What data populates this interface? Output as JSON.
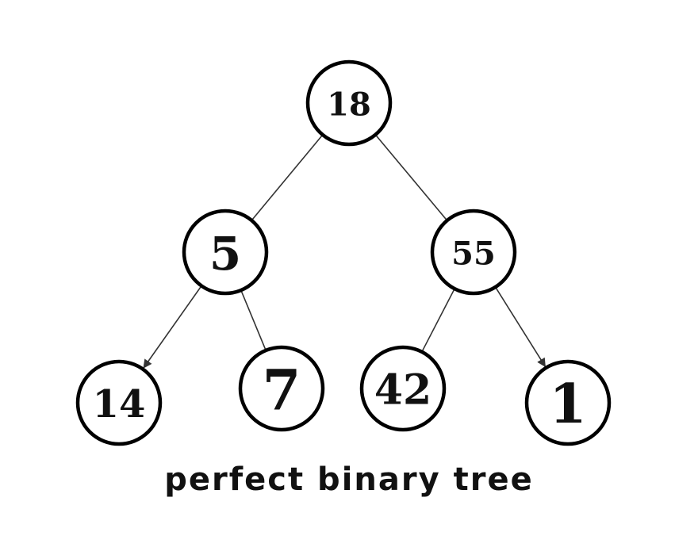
{
  "caption": "perfect binary tree",
  "colors": {
    "node_stroke": "#000000",
    "edge": "#333333",
    "text": "#111111"
  },
  "nodes": [
    {
      "id": "root",
      "label": "18"
    },
    {
      "id": "left",
      "label": "5"
    },
    {
      "id": "right",
      "label": "55"
    },
    {
      "id": "left-left",
      "label": "14"
    },
    {
      "id": "left-right",
      "label": "7"
    },
    {
      "id": "right-left",
      "label": "42"
    },
    {
      "id": "right-right",
      "label": "1"
    }
  ],
  "edges": [
    {
      "from": "root",
      "to": "left",
      "arrow": false
    },
    {
      "from": "root",
      "to": "right",
      "arrow": false
    },
    {
      "from": "left",
      "to": "left-left",
      "arrow": true
    },
    {
      "from": "left",
      "to": "left-right",
      "arrow": false
    },
    {
      "from": "right",
      "to": "right-left",
      "arrow": false
    },
    {
      "from": "right",
      "to": "right-right",
      "arrow": true
    }
  ]
}
